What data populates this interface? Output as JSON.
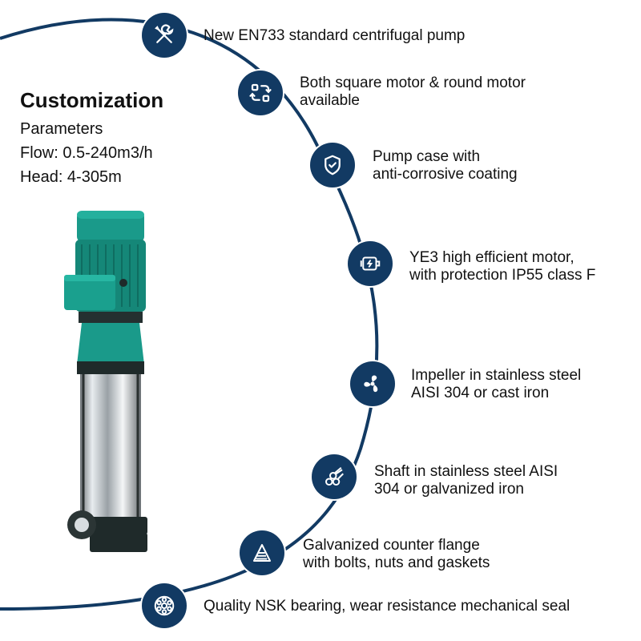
{
  "heading": {
    "title": "Customization",
    "subtitle": "Parameters",
    "flow": "Flow: 0.5-240m3/h",
    "head": "Head: 4-305m"
  },
  "colors": {
    "accent": "#123a63",
    "pump_green": "#1a9a8a",
    "pump_dark": "#1f2a2a"
  },
  "features": [
    {
      "icon": "wrench-screwdriver-icon",
      "lines": [
        "New EN733 standard centrifugal pump"
      ]
    },
    {
      "icon": "refresh-swap-icon",
      "lines": [
        "Both square motor & round motor",
        "available"
      ]
    },
    {
      "icon": "shield-check-icon",
      "lines": [
        "Pump case with",
        "anti-corrosive coating"
      ]
    },
    {
      "icon": "motor-icon",
      "lines": [
        "YE3 high efficient motor,",
        "with protection IP55 class F"
      ]
    },
    {
      "icon": "impeller-fan-icon",
      "lines": [
        "Impeller in stainless steel",
        "AISI 304 or cast iron"
      ]
    },
    {
      "icon": "shaft-pipes-icon",
      "lines": [
        "Shaft in stainless steel AISI",
        "304 or galvanized iron"
      ]
    },
    {
      "icon": "flange-bolts-icon",
      "lines": [
        "Galvanized counter flange",
        "with bolts, nuts and gaskets"
      ]
    },
    {
      "icon": "bearing-icon",
      "lines": [
        "Quality NSK bearing, wear resistance mechanical seal"
      ]
    }
  ]
}
